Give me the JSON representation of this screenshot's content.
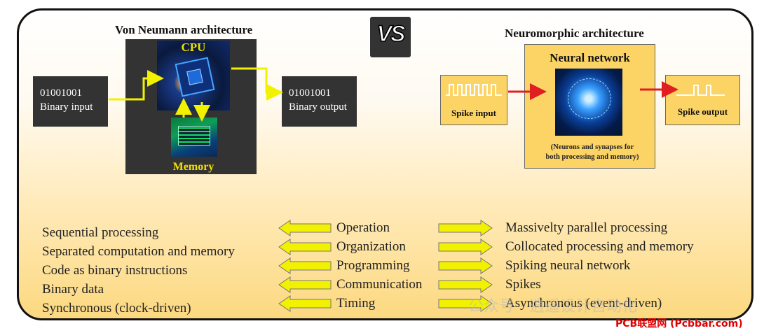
{
  "vs_label": "VS",
  "von_neumann": {
    "title": "Von Neumann architecture",
    "input": {
      "bits": "01001001",
      "label": "Binary input"
    },
    "cpu_label": "CPU",
    "memory_label": "Memory",
    "output": {
      "bits": "01001001",
      "label": "Binary output"
    }
  },
  "neuromorphic": {
    "title": "Neuromorphic architecture",
    "network_title": "Neural network",
    "spike_input": "Spike input",
    "spike_output": "Spike output",
    "note_line1": "(Neurons and synapses for",
    "note_line2": "both processing and memory)"
  },
  "comparison": {
    "left": [
      "Sequential processing",
      "Separated computation and memory",
      "Code as binary instructions",
      "Binary data",
      "Synchronous (clock-driven)"
    ],
    "middle": [
      "Operation",
      "Organization",
      "Programming",
      "Communication",
      "Timing"
    ],
    "right": [
      "Massivelty parallel processing",
      "Collocated processing and memory",
      "Spiking neural network",
      "Spikes",
      "Asynchronous (event-driven)"
    ]
  },
  "watermark": {
    "main": "公众号 · 逍遥设计自动化",
    "site": "PCB联盟网 (Pcbbar.com)"
  },
  "colors": {
    "panel_border": "#111111",
    "dark_box": "#333333",
    "yellow_box": "#fcd465",
    "arrow_yellow": "#f2f200",
    "arrow_red": "#e02020",
    "site_red": "#e00000"
  }
}
